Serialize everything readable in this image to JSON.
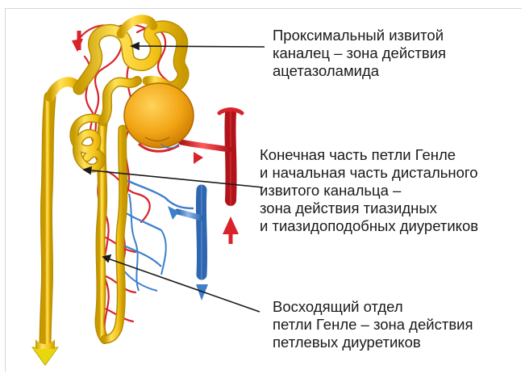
{
  "annotations": {
    "proximal": "Проксимальный извитой\nканалец – зона действия\nацетазоламида",
    "distal": "Конечная часть петли Генле\nи начальная часть дистального\nизвитого канальца –\nзона действия тиазидных\nи тиазидоподобных диуретиков",
    "ascending": "Восходящий отдел\nпетли Генле – зона действия\nпетлевых диуретиков"
  },
  "colors": {
    "tubule": "#f2cc2c",
    "tubule_shade": "#d9a400",
    "glomerulus": "#f0a020",
    "artery": "#d8232a",
    "vein": "#3d7fcc",
    "leader_line": "#1a1a1a"
  }
}
